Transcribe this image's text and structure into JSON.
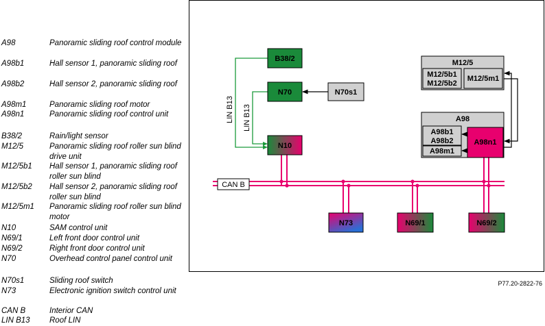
{
  "legend": [
    {
      "abbr": "A98",
      "desc": "Panoramic sliding roof control module"
    },
    {
      "abbr": "A98b1",
      "desc": "Hall sensor 1, panoramic sliding roof"
    },
    {
      "abbr": "A98b2",
      "desc": "Hall sensor 2, panoramic sliding roof"
    },
    {
      "abbr": "A98m1",
      "desc": "Panoramic sliding roof motor"
    },
    {
      "abbr": "A98n1",
      "desc": "Panoramic sliding roof control unit"
    },
    {
      "abbr": "B38/2",
      "desc": "Rain/light sensor"
    },
    {
      "abbr": "M12/5",
      "desc": "Panoramic sliding roof roller sun blind drive unit"
    },
    {
      "abbr": "M12/5b1",
      "desc": "Hall sensor 1, panoramic sliding roof roller sun blind"
    },
    {
      "abbr": "M12/5b2",
      "desc": "Hall sensor 2, panoramic sliding roof roller sun blind"
    },
    {
      "abbr": "M12/5m1",
      "desc": "Panoramic sliding roof roller sun blind motor"
    },
    {
      "abbr": "N10",
      "desc": "SAM control unit"
    },
    {
      "abbr": "N69/1",
      "desc": "Left front door control unit"
    },
    {
      "abbr": "N69/2",
      "desc": "Right front door control unit"
    },
    {
      "abbr": "N70",
      "desc": "Overhead control panel control unit"
    },
    {
      "abbr": "N70s1",
      "desc": "Sliding roof switch"
    },
    {
      "abbr": "N73",
      "desc": "Electronic ignition switch control unit"
    },
    {
      "abbr": "CAN B",
      "desc": "Interior CAN"
    },
    {
      "abbr": "LIN B13",
      "desc": "Roof LIN"
    }
  ],
  "diagram": {
    "lin_label_1": "LIN B13",
    "lin_label_2": "LIN B13",
    "can_label": "CAN B",
    "b38_2": "B38/2",
    "n70": "N70",
    "n70s1": "N70s1",
    "n10": "N10",
    "m12_5": "M12/5",
    "m12_5b1": "M12/5b1",
    "m12_5b2": "M12/5b2",
    "m12_5m1": "M12/5m1",
    "a98": "A98",
    "a98b1": "A98b1",
    "a98b2": "A98b2",
    "a98m1": "A98m1",
    "a98n1": "A98n1",
    "n73": "N73",
    "n69_1": "N69/1",
    "n69_2": "N69/2"
  },
  "figure_ref": "P77.20-2822-76",
  "colors": {
    "green": "#1a8a3a",
    "magenta": "#e8006e",
    "gray_box": "#d0d0d0",
    "blue": "#2a6fd6",
    "can_line": "#e8006e",
    "lin_line": "#1a9a3a"
  }
}
